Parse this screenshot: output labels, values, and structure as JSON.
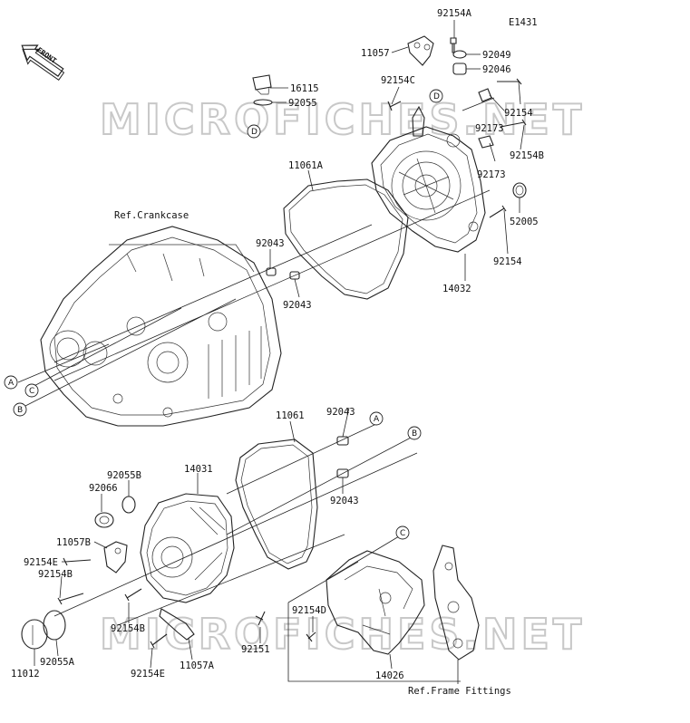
{
  "diagram_code": "E1431",
  "front_label": "FRONT",
  "watermark": "MICROFICHES.NET",
  "labels": {
    "p92154A": "92154A",
    "p11057": "11057",
    "p92049": "92049",
    "p92046": "92046",
    "p92154C": "92154C",
    "p16115": "16115",
    "p92055": "92055",
    "p92173a": "92173",
    "p92154": "92154",
    "p92173b": "92173",
    "p92154B": "92154B",
    "p11061A": "11061A",
    "p52005": "52005",
    "pRefCrankcase": "Ref.Crankcase",
    "p92043a": "92043",
    "p92043b": "92043",
    "p92154c2": "92154",
    "p14032": "14032",
    "p11061": "11061",
    "p92043c": "92043",
    "p92043d": "92043",
    "p92055B": "92055B",
    "p14031": "14031",
    "p92066": "92066",
    "p11057B": "11057B",
    "p92154E": "92154E",
    "p92154Bb": "92154B",
    "p92154Bc": "92154B",
    "p92154D": "92154D",
    "p92151": "92151",
    "p11012": "11012",
    "p92055A": "92055A",
    "p92154Eb": "92154E",
    "p11057A": "11057A",
    "p14026": "14026",
    "pRefFrame": "Ref.Frame Fittings"
  },
  "markers": {
    "A1": "A",
    "B1": "B",
    "C1": "C",
    "D1": "D",
    "D2": "D",
    "A2": "A",
    "B2": "B",
    "C2": "C"
  }
}
